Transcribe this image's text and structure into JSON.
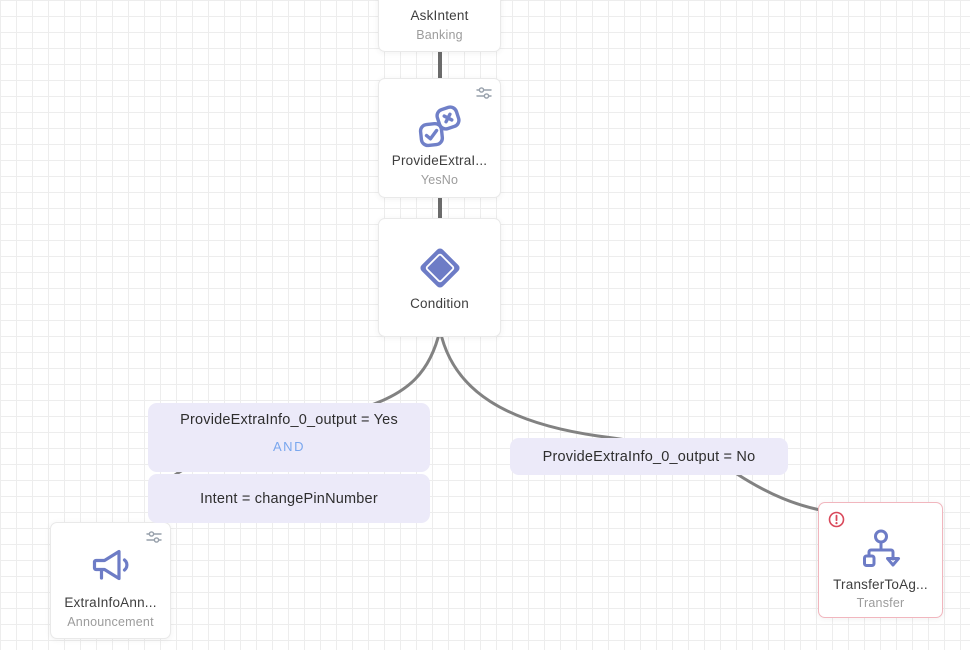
{
  "canvas": {
    "grid_line_color": "#ededed",
    "accent_color": "#6E7DC7",
    "edge_color": "#828282",
    "connector_color": "#6b6b6b",
    "label_bg_color": "#eceaf9",
    "operator_color": "#7aa7ee",
    "error_color": "#D9485A",
    "error_border_color": "#f1b6be"
  },
  "nodes": [
    {
      "id": "ask-intent",
      "title": "AskIntent",
      "subtitle": "Banking",
      "icon": null,
      "has_settings": false,
      "error": false
    },
    {
      "id": "provide-extra",
      "title": "ProvideExtraI...",
      "subtitle": "YesNo",
      "icon": "yes-no-icon",
      "has_settings": true,
      "error": false
    },
    {
      "id": "condition",
      "title": "Condition",
      "subtitle": "",
      "icon": "diamond-icon",
      "has_settings": false,
      "error": false
    },
    {
      "id": "extra-info",
      "title": "ExtraInfoAnn...",
      "subtitle": "Announcement",
      "icon": "megaphone-icon",
      "has_settings": true,
      "error": false
    },
    {
      "id": "transfer",
      "title": "TransferToAg...",
      "subtitle": "Transfer",
      "icon": "transfer-icon",
      "has_settings": false,
      "error": true
    }
  ],
  "edge_labels": {
    "yes_line1": "ProvideExtraInfo_0_output = Yes",
    "yes_operator": "AND",
    "yes_line2": "Intent = changePinNumber",
    "no_label": "ProvideExtraInfo_0_output = No"
  }
}
